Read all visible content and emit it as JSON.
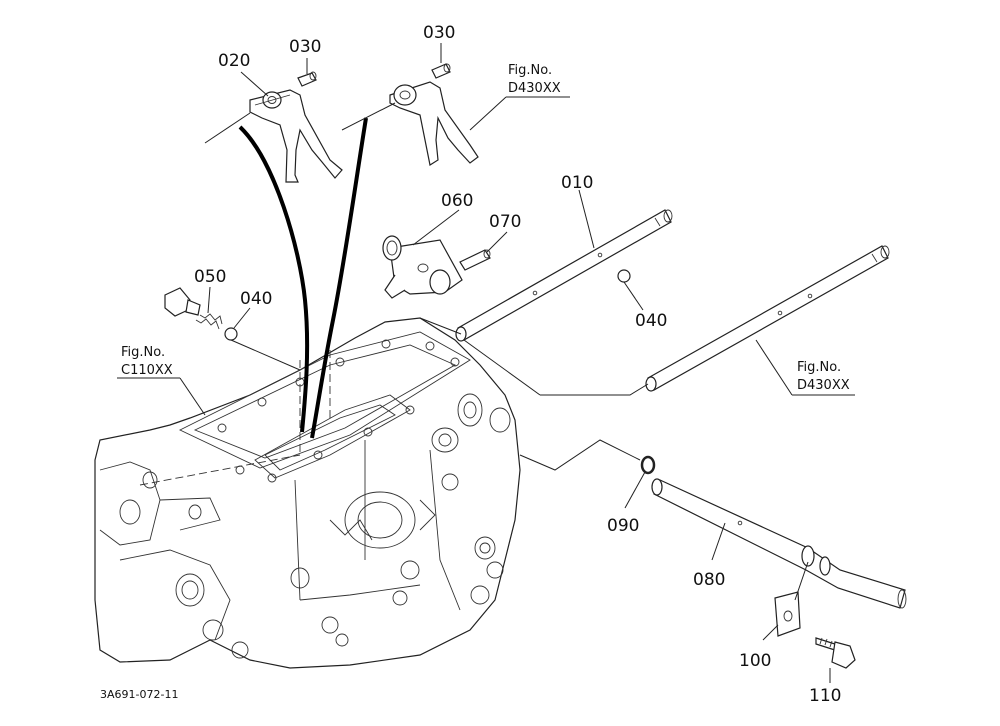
{
  "diagram": {
    "parts": {
      "p010": "010",
      "p020": "020",
      "p030a": "030",
      "p030b": "030",
      "p040a": "040",
      "p040b": "040",
      "p050": "050",
      "p060": "060",
      "p070": "070",
      "p080": "080",
      "p090": "090",
      "p100": "100",
      "p110": "110"
    },
    "refs": {
      "figno_c110_label": "Fig.No.",
      "figno_c110_value": "C110XX",
      "figno_d430_top_label": "Fig.No.",
      "figno_d430_top_value": "D430XX",
      "figno_d430_right_label": "Fig.No.",
      "figno_d430_right_value": "D430XX"
    },
    "drawing_code": "3A691-072-11"
  }
}
